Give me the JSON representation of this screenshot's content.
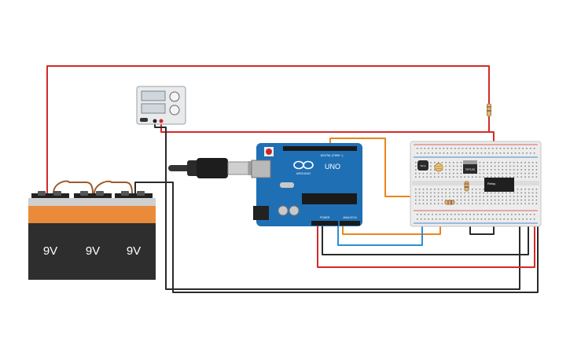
{
  "batteries": [
    {
      "label": "9V"
    },
    {
      "label": "9V"
    },
    {
      "label": "9V"
    }
  ],
  "arduino": {
    "brand": "ARDUINO",
    "model": "UNO",
    "digital_header": "DIGITAL (PWM ~)",
    "power_header": "POWER",
    "analog_header": "ANALOG IN"
  },
  "components": {
    "transistor_label": "TIP120",
    "relay_label": "Relay",
    "sensor_label": "Temp"
  },
  "colors": {
    "wire_red": "#d42a2a",
    "wire_black": "#2a2a2a",
    "wire_orange": "#e8861f",
    "wire_blue": "#2b8fd6",
    "wire_brown": "#9c5a2a",
    "arduino_blue": "#1f6fb5",
    "battery_orange": "#e98b3a",
    "battery_black": "#2e2e2e"
  }
}
